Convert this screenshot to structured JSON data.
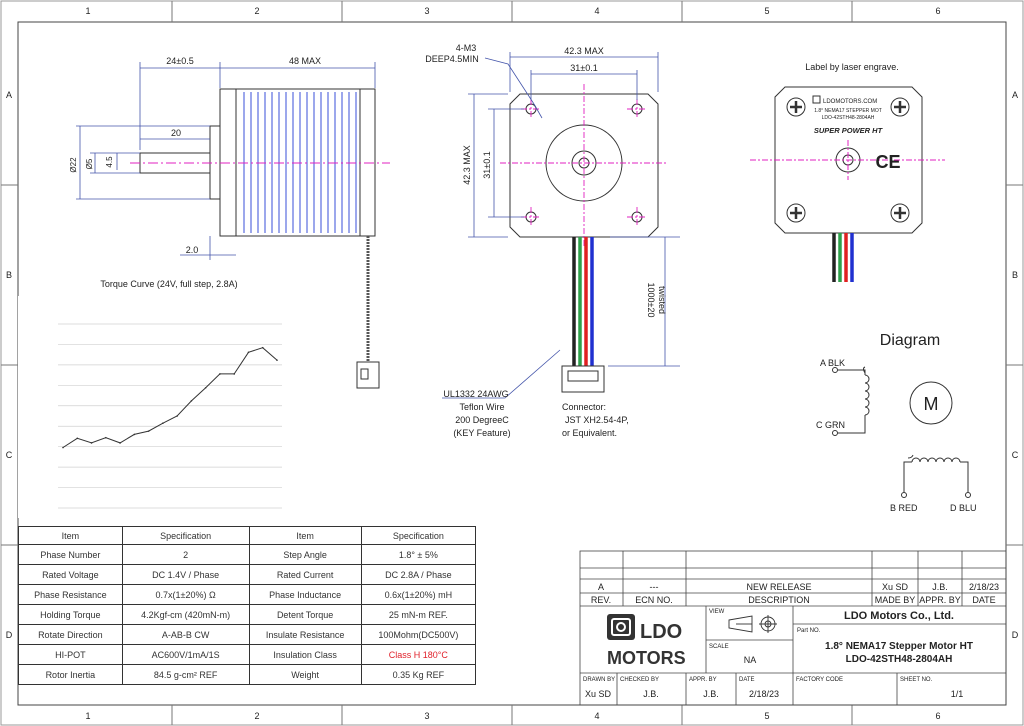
{
  "border": {
    "columns": [
      "1",
      "2",
      "3",
      "4",
      "5",
      "6"
    ],
    "rows": [
      "A",
      "B",
      "C",
      "D"
    ]
  },
  "side_view": {
    "dim_24": "24±0.5",
    "dim_48": "48 MAX",
    "dim_20": "20",
    "dim_2": "2.0",
    "dim_shaft_dia": "Ø22",
    "dim_flat": "Ø5",
    "dim_45": "4.5"
  },
  "front_view": {
    "hole_spec_1": "4-M3",
    "hole_spec_2": "DEEP4.5MIN",
    "dim_423_top": "42.3 MAX",
    "dim_31_top": "31±0.1",
    "dim_423_side": "42.3 MAX",
    "dim_31_side": "31±0.1",
    "lead_len": "1000±20",
    "lead_twist": "twisted",
    "wire_label_1": "UL1332 24AWG",
    "wire_label_2": "Teflon Wire",
    "wire_label_3": "200 DegreeC",
    "wire_label_4": "(KEY Feature)",
    "connector_1": "Connector:",
    "connector_2": "JST XH2.54-4P,",
    "connector_3": "or Equivalent."
  },
  "label_view": {
    "title": "Label by laser engrave.",
    "brand": "LDOMOTORS.COM",
    "line1": "1.8° NEMA17 STEPPER MOT",
    "line2": "LDO-42STH48-2804AH",
    "line3": "SUPER POWER HT",
    "ce": "CE"
  },
  "diagram": {
    "title": "Diagram",
    "a": "A BLK",
    "c": "C GRN",
    "b": "B RED",
    "d": "D BLU",
    "motor": "M"
  },
  "chart_data": {
    "type": "line",
    "title": "Torque Curve (24V, full step, 2.8A)",
    "xlabel": "",
    "ylabel": "",
    "grid": true,
    "x": [
      1,
      2,
      3,
      4,
      5,
      6,
      7,
      8,
      9,
      10,
      11,
      12,
      13,
      14,
      15,
      16
    ],
    "series": [
      {
        "values": [
          0.92,
          1.06,
          0.99,
          1.07,
          0.99,
          1.12,
          1.17,
          1.29,
          1.4,
          1.63,
          1.83,
          2.04,
          2.04,
          2.37,
          2.44,
          2.25
        ]
      }
    ],
    "ylim": [
      0,
      2.8
    ]
  },
  "spec_table": {
    "headers": [
      "Item",
      "Specification",
      "Item",
      "Specification"
    ],
    "rows": [
      [
        "Phase Number",
        "2",
        "Step Angle",
        "1.8° ± 5%"
      ],
      [
        "Rated Voltage",
        "DC 1.4V / Phase",
        "Rated Current",
        "DC 2.8A / Phase"
      ],
      [
        "Phase Resistance",
        "0.7x(1±20%) Ω",
        "Phase Inductance",
        "0.6x(1±20%) mH"
      ],
      [
        "Holding Torque",
        "4.2Kgf-cm (420mN-m)",
        "Detent Torque",
        "25 mN-m REF."
      ],
      [
        "Rotate Direction",
        "A-AB-B CW",
        "Insulate Resistance",
        "100Mohm(DC500V)"
      ],
      [
        "HI-POT",
        "AC600V/1mA/1S",
        "Insulation Class",
        "Class H 180°C"
      ],
      [
        "Rotor Inertia",
        "84.5 g-cm² REF",
        "Weight",
        "0.35 Kg REF"
      ]
    ]
  },
  "title_block": {
    "rev_row": [
      "A",
      "---",
      "NEW RELEASE",
      "Xu SD",
      "J.B.",
      "2/18/23"
    ],
    "rev_head": [
      "REV.",
      "ECN NO.",
      "DESCRIPTION",
      "MADE BY",
      "APPR. BY",
      "DATE"
    ],
    "company": "LDO Motors Co., Ltd.",
    "part_no_label": "Part NO.",
    "part_name": "1.8° NEMA17 Stepper Motor HT",
    "part_no": "LDO-42STH48-2804AH",
    "view_label": "VIEW",
    "scale_label": "SCALE",
    "scale": "NA",
    "drawn_by_label": "DRAWN BY",
    "drawn_by": "Xu SD",
    "checked_by_label": "CHECKED BY",
    "checked_by": "J.B.",
    "appr_by_label": "APPR. BY",
    "appr_by": "J.B.",
    "date_label": "DATE",
    "date": "2/18/23",
    "factory_code_label": "FACTORY CODE",
    "sheet_no_label": "SHEET NO.",
    "sheet_no": "1/1",
    "logo_line1": "LDO",
    "logo_line2": "MOTORS"
  }
}
